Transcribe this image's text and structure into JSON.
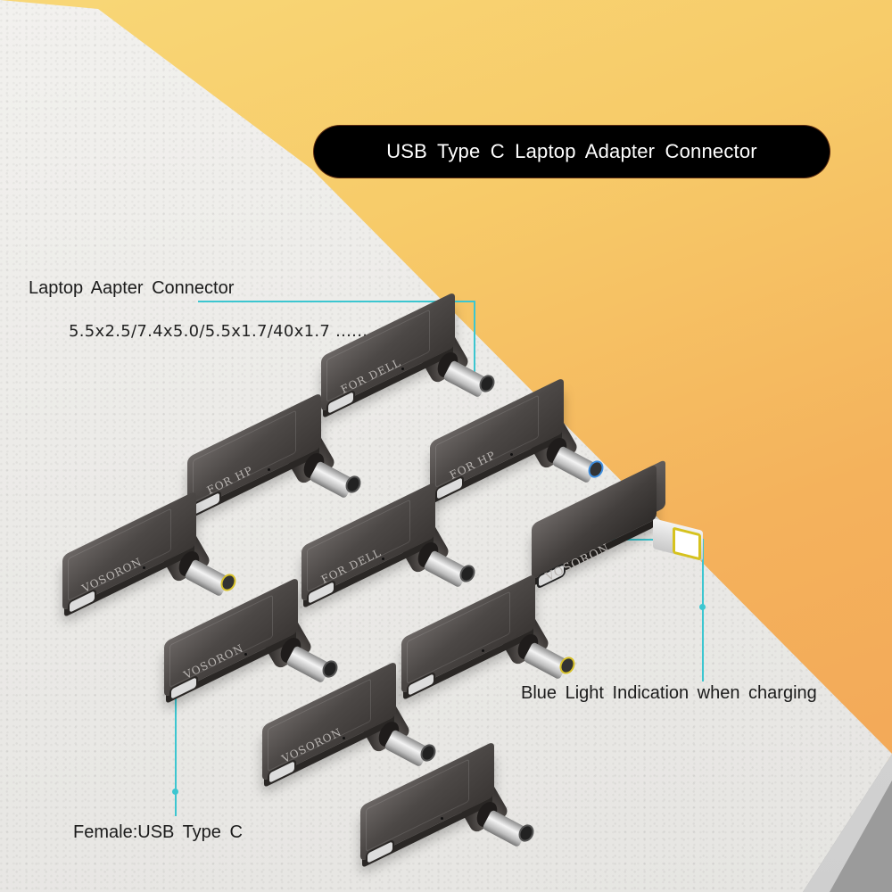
{
  "title": "USB Type C Laptop Adapter Connector",
  "callouts": {
    "laptop_connector": "Laptop Aapter Connector",
    "sizes": "5.5x2.5/7.4x5.0/5.5x1.7/40x1.7 ......",
    "blue_light": "Blue Light Indication when charging",
    "female": "Female:USB Type C"
  },
  "colors": {
    "background_top": "#f8d777",
    "background_bottom": "#f2a557",
    "slab": "#ebeae7",
    "leader_line": "#3cc6d0",
    "pill": "#000000"
  },
  "adapters": [
    {
      "brand": "FOR DELL",
      "tip": "plain"
    },
    {
      "brand": "FOR HP",
      "tip": "plain"
    },
    {
      "brand": "FOR HP",
      "tip": "blue"
    },
    {
      "brand": "VOSORON",
      "tip": "yellow"
    },
    {
      "brand": "FOR DELL",
      "tip": "plain"
    },
    {
      "brand": "VOSORON",
      "tip": "square-yellow"
    },
    {
      "brand": "VOSORON",
      "tip": "plain"
    },
    {
      "brand": "",
      "tip": "yellow"
    },
    {
      "brand": "VOSORON",
      "tip": "plain"
    },
    {
      "brand": "",
      "tip": "plain"
    }
  ]
}
